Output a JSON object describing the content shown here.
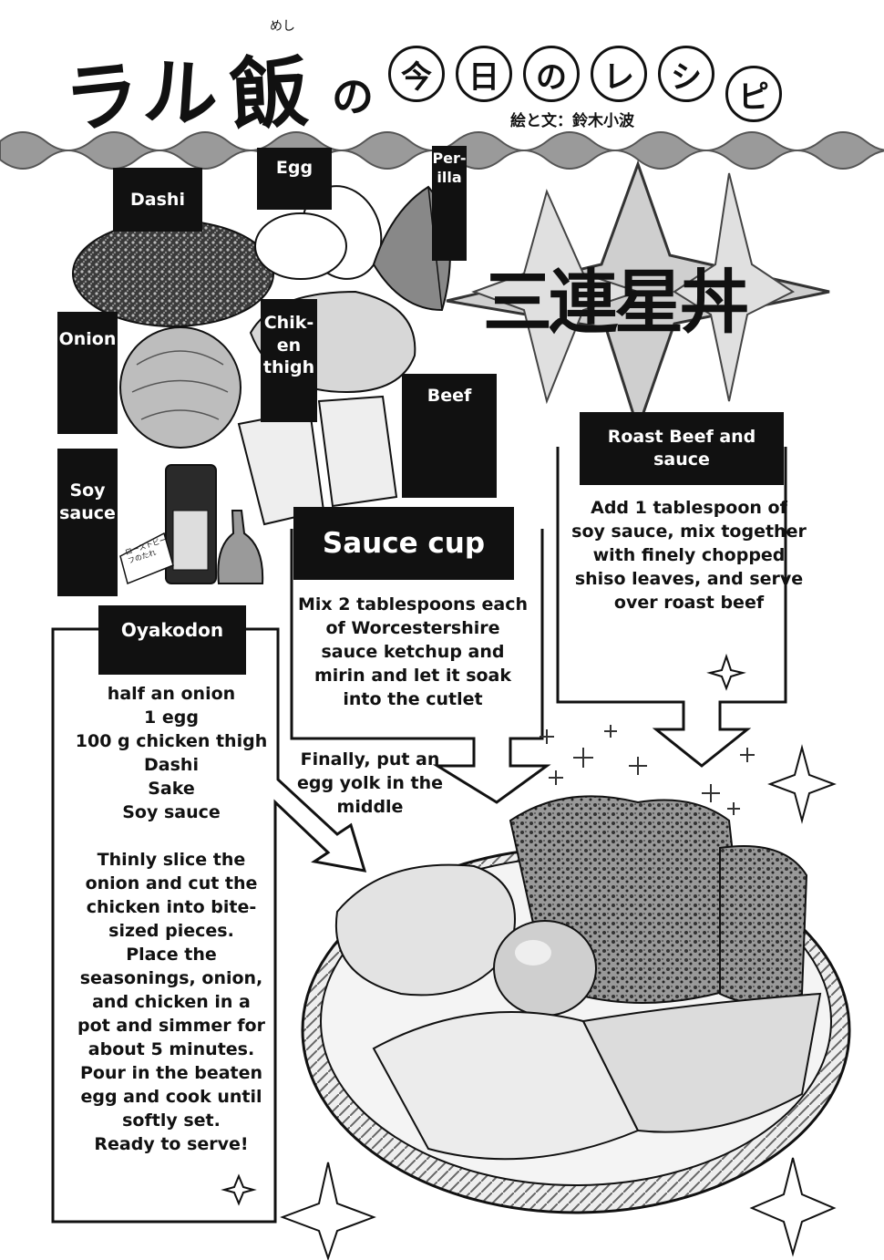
{
  "header": {
    "title_chars": [
      "ラ",
      "ル",
      "飯",
      "の"
    ],
    "title_ruby": "めし",
    "circled_chars": [
      "今",
      "日",
      "の",
      "レ",
      "シ",
      "ピ"
    ],
    "credit": "絵と文：鈴木小波"
  },
  "dish_title": "三連星丼",
  "ingredient_labels": {
    "dashi": "Dashi",
    "egg": "Egg",
    "perilla": "Per-\nilla",
    "onion": "Onion",
    "chicken": "Chik-\nen\nthigh",
    "beef": "Beef",
    "soy": "Soy\nsauce"
  },
  "bottle_label": "ローストビーフのたれ",
  "sauce_cup": {
    "title": "Sauce cup",
    "body": "Mix 2 tablespoons each\nof Worcestershire\nsauce ketchup and\nmirin and let it soak\ninto the cutlet",
    "final": "Finally, put an\negg yolk in the\nmiddle"
  },
  "roast_beef": {
    "title": "Roast Beef and\nsauce",
    "body": "Add 1 tablespoon of\nsoy sauce, mix together\nwith finely chopped\nshiso leaves, and serve\nover roast beef"
  },
  "oyakodon": {
    "title": "Oyakodon",
    "ingredients": "half an onion\n1 egg\n100 g chicken thigh\nDashi\nSake\nSoy sauce",
    "steps": "Thinly slice the\nonion and cut the\nchicken into bite-\nsized pieces.\nPlace the\nseasonings, onion,\nand chicken in a\npot and simmer for\nabout 5 minutes.\nPour in the beaten\negg and cook until\nsoftly set.\nReady to serve!"
  }
}
